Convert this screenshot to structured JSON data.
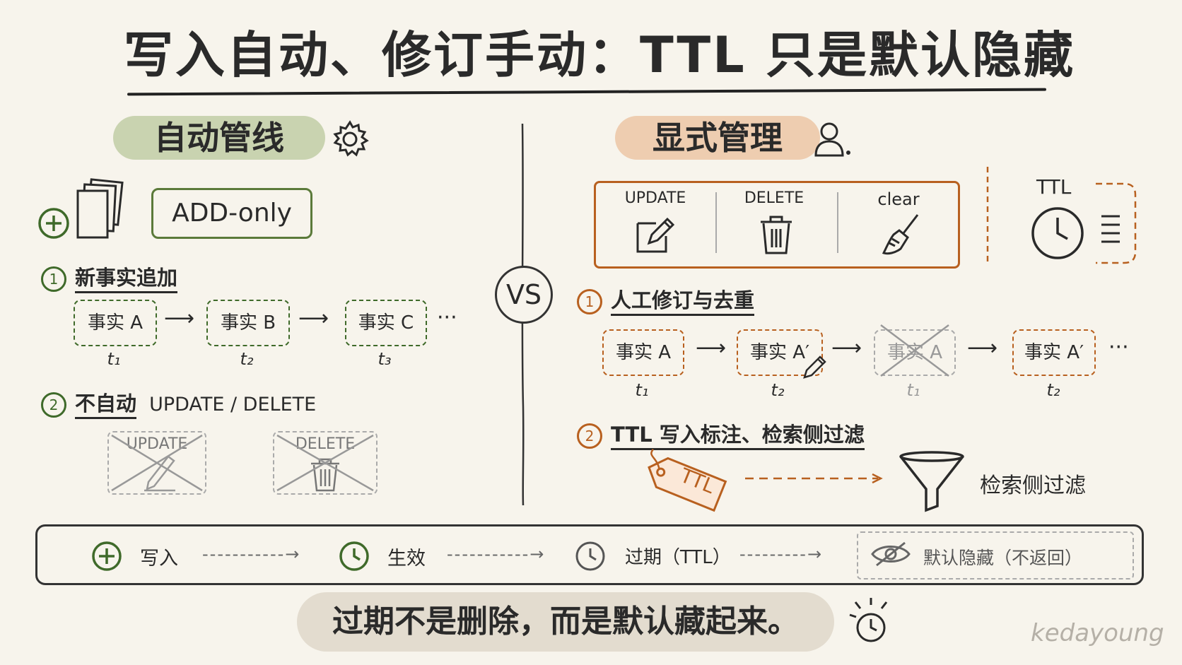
{
  "title": "写入自动、修订手动：TTL 只是默认隐藏",
  "left": {
    "header": "自动管线",
    "header_icon": "gear-icon",
    "add_only": "ADD-only",
    "step1": {
      "num": "1",
      "label": "新事实追加"
    },
    "facts": [
      {
        "label": "事实 A",
        "time": "t₁"
      },
      {
        "label": "事实 B",
        "time": "t₂"
      },
      {
        "label": "事实 C",
        "time": "t₃"
      }
    ],
    "ellipsis": "···",
    "step2": {
      "num": "2",
      "label_a": "不自动",
      "label_b": "UPDATE / DELETE"
    },
    "blocked": [
      "UPDATE",
      "DELETE"
    ]
  },
  "vs": "VS",
  "right": {
    "header": "显式管理",
    "header_icon": "user-icon",
    "ops": [
      "UPDATE",
      "DELETE",
      "clear"
    ],
    "ttl_label": "TTL",
    "step1": {
      "num": "1",
      "label": "人工修订与去重"
    },
    "facts": [
      {
        "label": "事实 A",
        "time": "t₁"
      },
      {
        "label": "事实 A′",
        "time": "t₂"
      },
      {
        "label": "事实 A",
        "time": "t₁"
      },
      {
        "label": "事实 A′",
        "time": "t₂"
      }
    ],
    "ellipsis": "···",
    "step2": {
      "num": "2",
      "label": "TTL 写入标注、检索侧过滤"
    },
    "tag_label": "TTL",
    "filter_label": "检索侧过滤"
  },
  "timeline": {
    "stages": [
      "写入",
      "生效",
      "过期（TTL）",
      "默认隐藏（不返回）"
    ]
  },
  "conclusion": "过期不是删除，而是默认藏起来。",
  "signature": "kedayoung",
  "colors": {
    "green": "#3f6a2a",
    "orange": "#b8601f",
    "highlight_green": "#c9d3b0",
    "highlight_orange": "#eecdb0"
  }
}
